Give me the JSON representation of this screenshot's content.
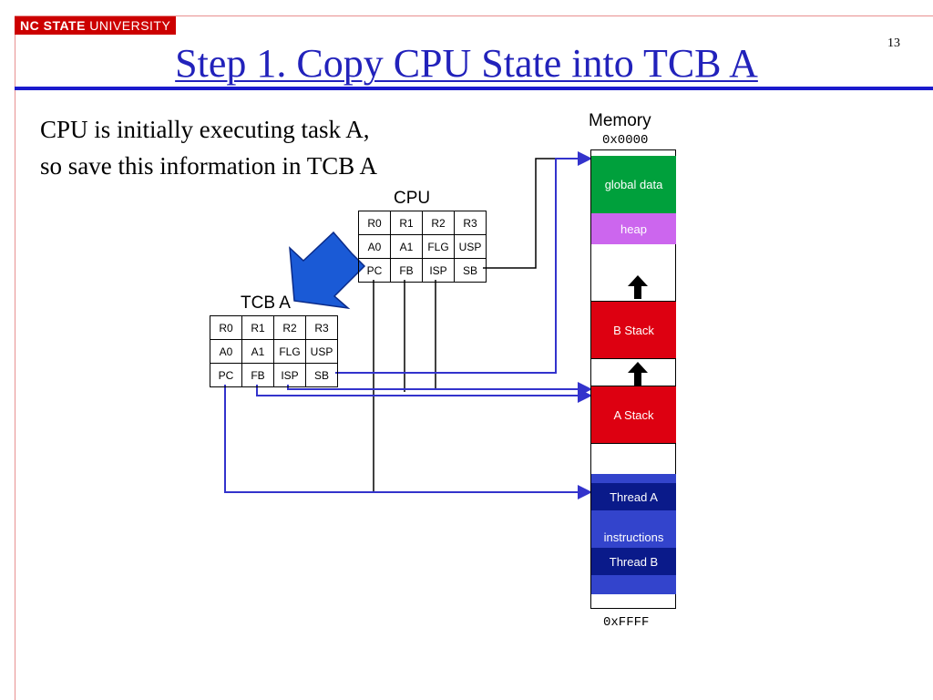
{
  "header": {
    "logo_bold": "NC STATE",
    "logo_light": " UNIVERSITY",
    "slide_number": "13",
    "title": "Step 1. Copy CPU State into TCB A"
  },
  "body": {
    "line1": "CPU is initially executing task A,",
    "line2": "so save this information in TCB A"
  },
  "cpu": {
    "label": "CPU",
    "rows": [
      [
        "R0",
        "R1",
        "R2",
        "R3"
      ],
      [
        "A0",
        "A1",
        "FLG",
        "USP"
      ],
      [
        "PC",
        "FB",
        "ISP",
        "SB"
      ]
    ]
  },
  "tcb": {
    "label": "TCB A",
    "rows": [
      [
        "R0",
        "R1",
        "R2",
        "R3"
      ],
      [
        "A0",
        "A1",
        "FLG",
        "USP"
      ],
      [
        "PC",
        "FB",
        "ISP",
        "SB"
      ]
    ]
  },
  "memory": {
    "label": "Memory",
    "start_addr": "0x0000",
    "end_addr": "0xFFFF",
    "segments": {
      "global_data": "global data",
      "heap": "heap",
      "b_stack": "B Stack",
      "a_stack": "A Stack",
      "thread_a": "Thread A",
      "instructions": "instructions",
      "thread_b": "Thread B"
    }
  },
  "colors": {
    "title": "#2222bb",
    "arrow_line": "#3333cc",
    "global_data": "#00a03c",
    "heap": "#cc66ee",
    "stack": "#dd0011",
    "thread": "#0a1a8a",
    "instructions": "#3344cc",
    "logo": "#cc0000"
  }
}
